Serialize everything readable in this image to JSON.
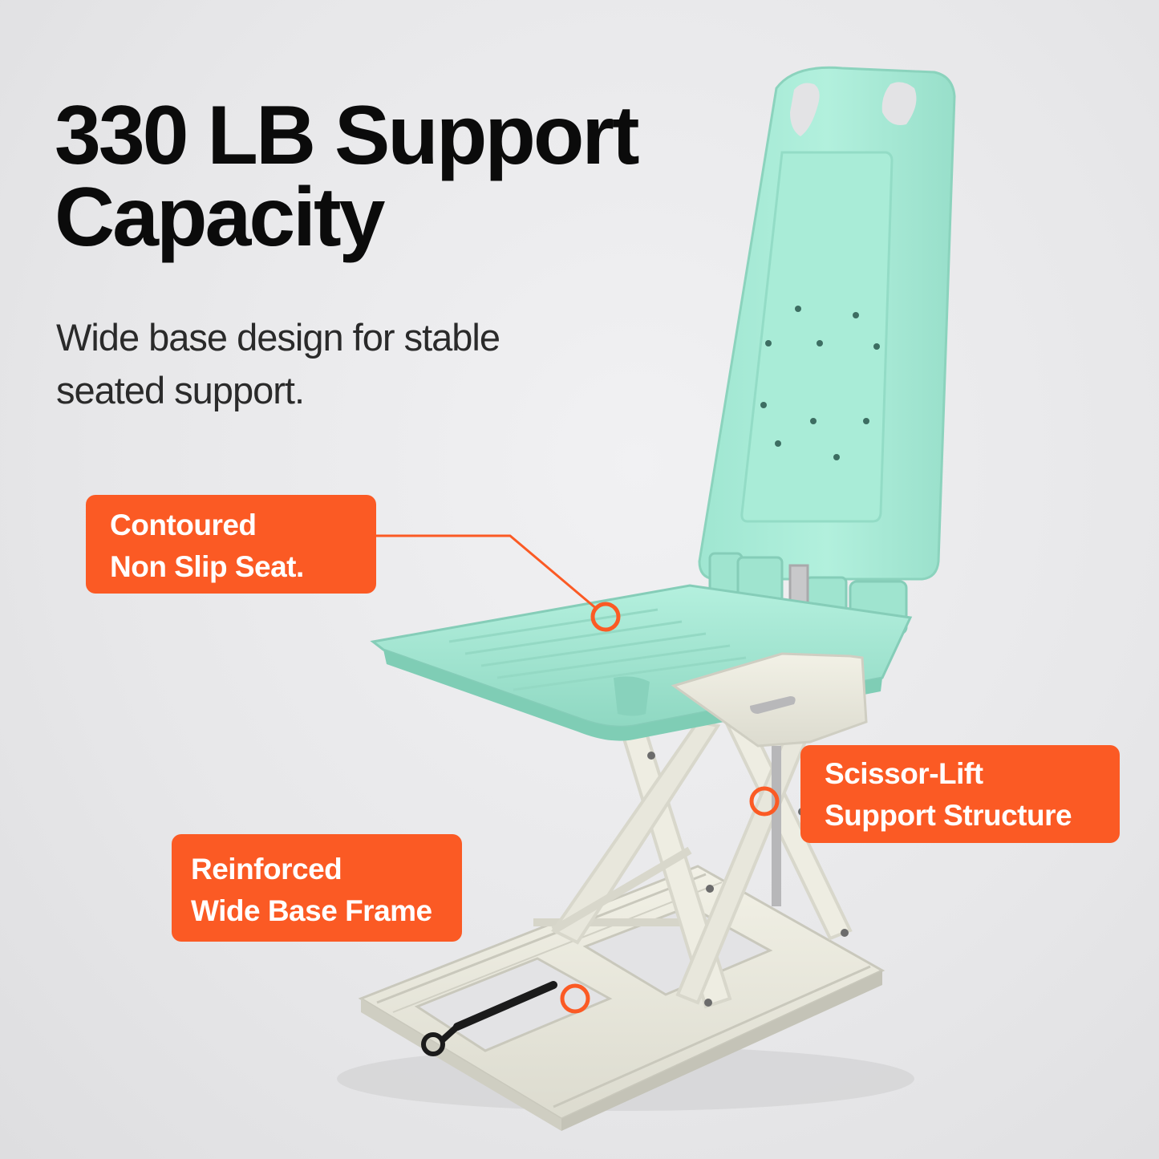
{
  "headline": {
    "line1": "330 LB Support",
    "line2": "Capacity"
  },
  "subtitle": {
    "line1": "Wide base design for stable",
    "line2": "seated support."
  },
  "callouts": {
    "seat": {
      "line1": "Contoured",
      "line2": "Non Slip Seat."
    },
    "lift": {
      "line1": "Scissor-Lift",
      "line2": "Support Structure"
    },
    "base": {
      "line1": "Reinforced",
      "line2": "Wide Base Frame"
    }
  },
  "colors": {
    "accent": "#fb5a24",
    "seat": "#a8ecd8",
    "frame": "#ecebdf",
    "text": "#0b0b0b",
    "background": "#e9e9eb"
  }
}
